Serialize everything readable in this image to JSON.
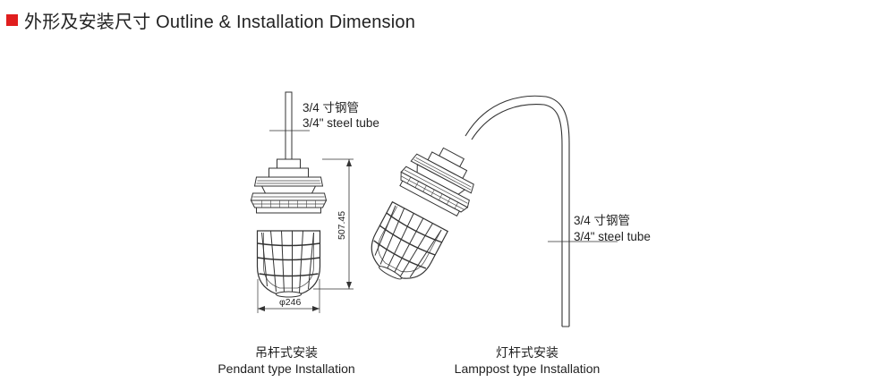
{
  "header": {
    "title": "外形及安装尺寸 Outline & Installation Dimension",
    "accent_color": "#e01e1e",
    "marker_icon": "red-square-icon"
  },
  "pendant": {
    "tube_label_cn": "3/4 寸钢管",
    "tube_label_en": "3/4\" steel tube",
    "height_dim": "507.45",
    "diameter_dim": "φ246",
    "caption_cn": "吊杆式安装",
    "caption_en": "Pendant type Installation"
  },
  "lamppost": {
    "tube_label_cn": "3/4 寸钢管",
    "tube_label_en": "3/4\" steel tube",
    "caption_cn": "灯杆式安装",
    "caption_en": "Lamppost type Installation"
  }
}
